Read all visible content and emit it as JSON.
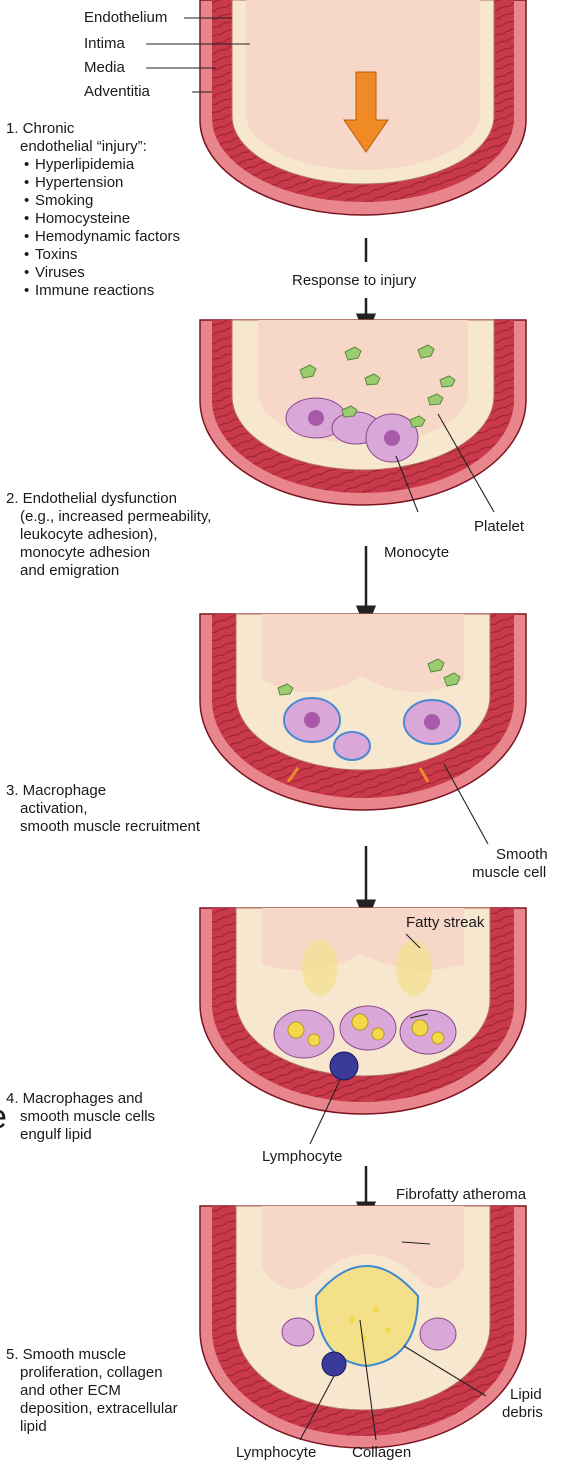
{
  "labels": {
    "layers": [
      "Endothelium",
      "Intima",
      "Media",
      "Adventitia"
    ],
    "step1_title": [
      "1. Chronic",
      "endothelial “injury”:"
    ],
    "step1_causes": [
      "Hyperlipidemia",
      "Hypertension",
      "Smoking",
      "Homocysteine",
      "Hemodynamic factors",
      "Toxins",
      "Viruses",
      "Immune reactions"
    ],
    "response_to_injury": "Response to injury",
    "step2": [
      "2. Endothelial dysfunction",
      "(e.g., increased permeability,",
      "leukocyte adhesion),",
      "monocyte adhesion",
      "and emigration"
    ],
    "platelet": "Platelet",
    "monocyte": "Monocyte",
    "step3": [
      "3. Macrophage",
      "activation,",
      "smooth muscle recruitment"
    ],
    "smooth_muscle_cell": [
      "Smooth",
      "muscle cell"
    ],
    "fatty_streak": "Fatty streak",
    "step4": [
      "4. Macrophages and",
      "smooth muscle cells",
      "engulf lipid"
    ],
    "lymphocyte": "Lymphocyte",
    "fibrofatty_atheroma": "Fibrofatty atheroma",
    "step5": [
      "5. Smooth muscle",
      "proliferation, collagen",
      "and other ECM",
      "deposition, extracellular",
      "lipid"
    ],
    "lipid_debris": [
      "Lipid",
      "debris"
    ],
    "lymphocyte_bottom": "Lymphocyte",
    "collagen": "Collagen",
    "edge_fragment": "e"
  },
  "colors": {
    "media_red": "#c8394a",
    "adventitia_pink": "#e8858d",
    "lumen": "#f6d7c8",
    "intima": "#f8e7cf",
    "macrophage": "#d9a8d8",
    "lipid": "#f5d84a",
    "platelet": "#9ccc70",
    "injury_arrow": "#f08a24",
    "lymphocyte": "#3a3a9a"
  }
}
